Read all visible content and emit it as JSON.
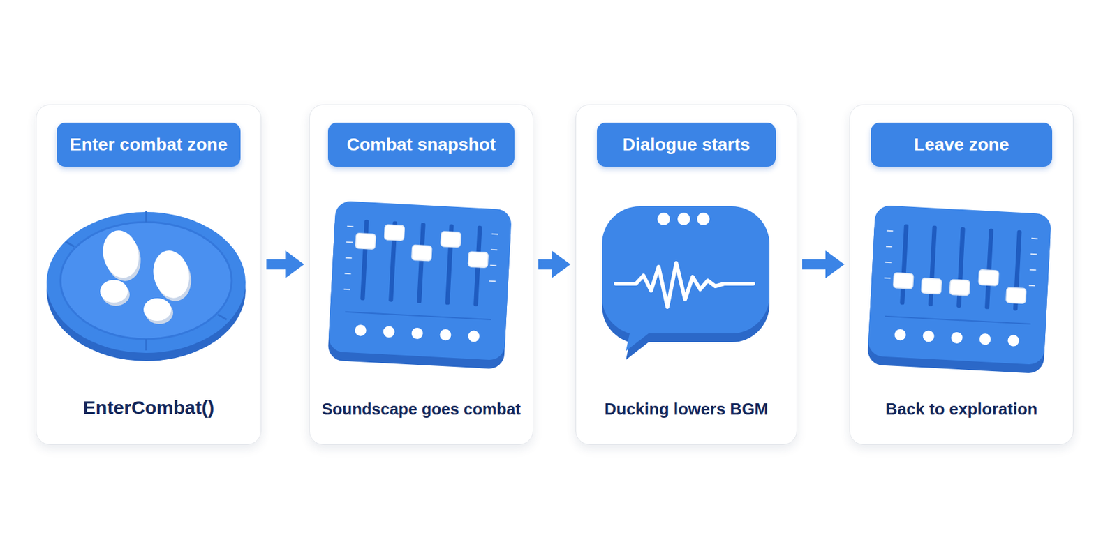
{
  "diagram": {
    "nodes": [
      {
        "text": [
          "Enter combat zone",
          "EnterCombat()"
        ]
      },
      {
        "text": [
          "Combat snapshot",
          "Soundscape goes combat"
        ]
      },
      {
        "text": [
          "Dialogue starts",
          "Ducking lowers BGM"
        ]
      },
      {
        "text": [
          "Leave zone",
          "Back to exploration"
        ]
      }
    ],
    "edges": [
      {
        "from": 0,
        "to": 1,
        "arrow": "to"
      },
      {
        "from": 1,
        "to": 2,
        "arrow": "to"
      },
      {
        "from": 2,
        "to": 3,
        "arrow": "to"
      }
    ]
  }
}
